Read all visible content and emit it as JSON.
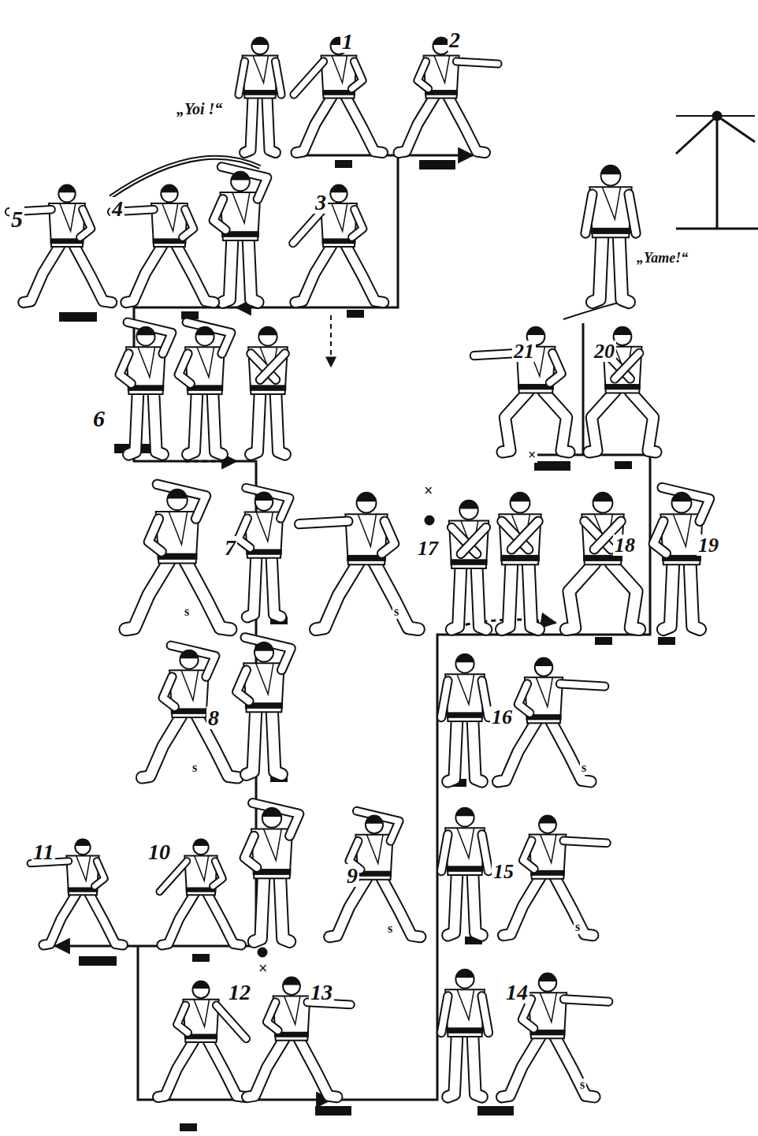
{
  "diagram": {
    "labels": [
      "„Yoi !“",
      "1",
      "2",
      "5",
      "4",
      "3",
      "„Yame!“",
      "6",
      "7",
      "s",
      "21",
      "20",
      "17",
      "×",
      "s",
      "18",
      "19",
      "8",
      "s",
      "16",
      "s",
      "11",
      "10",
      "9",
      "s",
      "×",
      "15",
      "s",
      "12",
      "13",
      "14",
      "s",
      "×"
    ]
  }
}
